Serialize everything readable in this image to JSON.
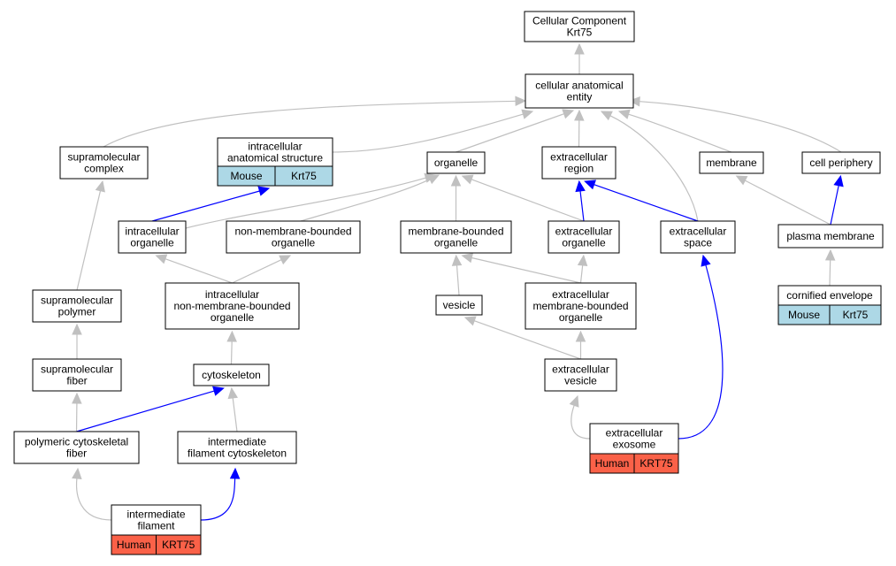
{
  "colors": {
    "gray_edge": "#c0c0c0",
    "blue_edge": "#0000ff",
    "mouse_cell": "#add8e6",
    "human_cell": "#fa6148"
  },
  "nodes": {
    "root": [
      "Cellular Component",
      "Krt75"
    ],
    "cae": [
      "cellular anatomical",
      "entity"
    ],
    "supra_complex": [
      "supramolecular",
      "complex"
    ],
    "ias": [
      "intracellular",
      "anatomical structure"
    ],
    "organelle": [
      "organelle"
    ],
    "ecr": [
      "extracellular",
      "region"
    ],
    "membrane": [
      "membrane"
    ],
    "cell_periphery": [
      "cell periphery"
    ],
    "ic_organelle": [
      "intracellular",
      "organelle"
    ],
    "nmb_organelle": [
      "non-membrane-bounded",
      "organelle"
    ],
    "mb_organelle": [
      "membrane-bounded",
      "organelle"
    ],
    "ec_organelle": [
      "extracellular",
      "organelle"
    ],
    "ec_space": [
      "extracellular",
      "space"
    ],
    "plasma_membrane": [
      "plasma membrane"
    ],
    "supra_polymer": [
      "supramolecular",
      "polymer"
    ],
    "ic_nmb_organelle": [
      "intracellular",
      "non-membrane-bounded",
      "organelle"
    ],
    "vesicle": [
      "vesicle"
    ],
    "ec_mb_organelle": [
      "extracellular",
      "membrane-bounded",
      "organelle"
    ],
    "cornified": [
      "cornified envelope"
    ],
    "supra_fiber": [
      "supramolecular",
      "fiber"
    ],
    "cytoskeleton": [
      "cytoskeleton"
    ],
    "ec_vesicle": [
      "extracellular",
      "vesicle"
    ],
    "poly_fiber": [
      "polymeric cytoskeletal",
      "fiber"
    ],
    "if_cytoskeleton": [
      "intermediate",
      "filament cytoskeleton"
    ],
    "exosome": [
      "extracellular",
      "exosome"
    ],
    "int_filament": [
      "intermediate",
      "filament"
    ]
  },
  "annotations": {
    "ias": [
      {
        "species": "Mouse",
        "gene": "Krt75"
      }
    ],
    "cornified": [
      {
        "species": "Mouse",
        "gene": "Krt75"
      }
    ],
    "exosome": [
      {
        "species": "Human",
        "gene": "KRT75"
      }
    ],
    "int_filament": [
      {
        "species": "Human",
        "gene": "KRT75"
      }
    ]
  },
  "edges": [
    {
      "from": "cae",
      "to": "root",
      "color": "gray"
    },
    {
      "from": "supra_complex",
      "to": "cae",
      "color": "gray"
    },
    {
      "from": "ias",
      "to": "cae",
      "color": "gray"
    },
    {
      "from": "organelle",
      "to": "cae",
      "color": "gray"
    },
    {
      "from": "ecr",
      "to": "cae",
      "color": "gray"
    },
    {
      "from": "membrane",
      "to": "cae",
      "color": "gray"
    },
    {
      "from": "cell_periphery",
      "to": "cae",
      "color": "gray"
    },
    {
      "from": "ec_space",
      "to": "cae",
      "color": "gray"
    },
    {
      "from": "ic_organelle",
      "to": "ias",
      "color": "blue"
    },
    {
      "from": "ic_organelle",
      "to": "organelle",
      "color": "gray"
    },
    {
      "from": "nmb_organelle",
      "to": "organelle",
      "color": "gray"
    },
    {
      "from": "mb_organelle",
      "to": "organelle",
      "color": "gray"
    },
    {
      "from": "ec_organelle",
      "to": "organelle",
      "color": "gray"
    },
    {
      "from": "ec_organelle",
      "to": "ecr",
      "color": "blue"
    },
    {
      "from": "ec_space",
      "to": "ecr",
      "color": "blue"
    },
    {
      "from": "plasma_membrane",
      "to": "membrane",
      "color": "gray"
    },
    {
      "from": "plasma_membrane",
      "to": "cell_periphery",
      "color": "blue"
    },
    {
      "from": "supra_polymer",
      "to": "supra_complex",
      "color": "gray"
    },
    {
      "from": "ic_nmb_organelle",
      "to": "ic_organelle",
      "color": "gray"
    },
    {
      "from": "ic_nmb_organelle",
      "to": "nmb_organelle",
      "color": "gray"
    },
    {
      "from": "vesicle",
      "to": "mb_organelle",
      "color": "gray"
    },
    {
      "from": "ec_mb_organelle",
      "to": "mb_organelle",
      "color": "gray"
    },
    {
      "from": "ec_mb_organelle",
      "to": "ec_organelle",
      "color": "gray"
    },
    {
      "from": "cornified",
      "to": "plasma_membrane",
      "color": "gray"
    },
    {
      "from": "supra_fiber",
      "to": "supra_polymer",
      "color": "gray"
    },
    {
      "from": "cytoskeleton",
      "to": "ic_nmb_organelle",
      "color": "gray"
    },
    {
      "from": "ec_vesicle",
      "to": "vesicle",
      "color": "gray"
    },
    {
      "from": "ec_vesicle",
      "to": "ec_mb_organelle",
      "color": "gray"
    },
    {
      "from": "poly_fiber",
      "to": "supra_fiber",
      "color": "gray"
    },
    {
      "from": "poly_fiber",
      "to": "cytoskeleton",
      "color": "blue"
    },
    {
      "from": "if_cytoskeleton",
      "to": "cytoskeleton",
      "color": "gray"
    },
    {
      "from": "exosome",
      "to": "ec_vesicle",
      "color": "gray"
    },
    {
      "from": "exosome",
      "to": "ec_space",
      "color": "blue"
    },
    {
      "from": "int_filament",
      "to": "poly_fiber",
      "color": "gray"
    },
    {
      "from": "int_filament",
      "to": "if_cytoskeleton",
      "color": "blue"
    }
  ]
}
